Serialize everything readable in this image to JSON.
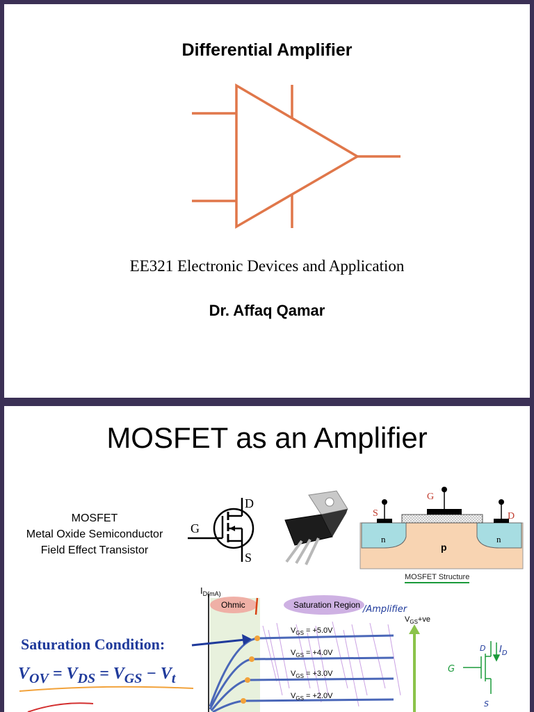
{
  "slide1": {
    "title": "Differential Amplifier",
    "course": "EE321 Electronic Devices and Application",
    "author": "Dr. Affaq Qamar",
    "symbol_color": "#e0774a"
  },
  "slide2": {
    "title": "MOSFET as an Amplifier",
    "description": [
      "MOSFET",
      "Metal Oxide Semiconductor",
      "Field Effect Transistor"
    ],
    "symbol_labels": {
      "drain": "D",
      "gate": "G",
      "source": "S"
    },
    "structure": {
      "labels": {
        "source": "S",
        "gate": "G",
        "drain": "D",
        "n_left": "n",
        "substrate": "p",
        "n_right": "n"
      },
      "caption": "MOSFET Structure"
    },
    "graph": {
      "y_axis_label": "I",
      "y_axis_sub": "D(mA)",
      "ohmic_label": "Ohmic",
      "saturation_label": "Saturation Region",
      "amplifier_note": "/Amplifier",
      "vgs_arrow_label": "+ve",
      "vgs_prefix": "V",
      "vgs_sub": "GS",
      "curves": [
        {
          "value": "= +5.0V"
        },
        {
          "value": "= +4.0V"
        },
        {
          "value": "= +3.0V"
        },
        {
          "value": "= +2.0V"
        }
      ],
      "saturation_condition": "Saturation Condition:",
      "equation": "V",
      "eq_parts": [
        "OV",
        " = V",
        "DS",
        " = V",
        "GS",
        " − V",
        "t"
      ],
      "circuit_labels": {
        "gate": "G",
        "drain": "D",
        "current": "I",
        "current_sub": "D",
        "source": "S"
      }
    }
  }
}
